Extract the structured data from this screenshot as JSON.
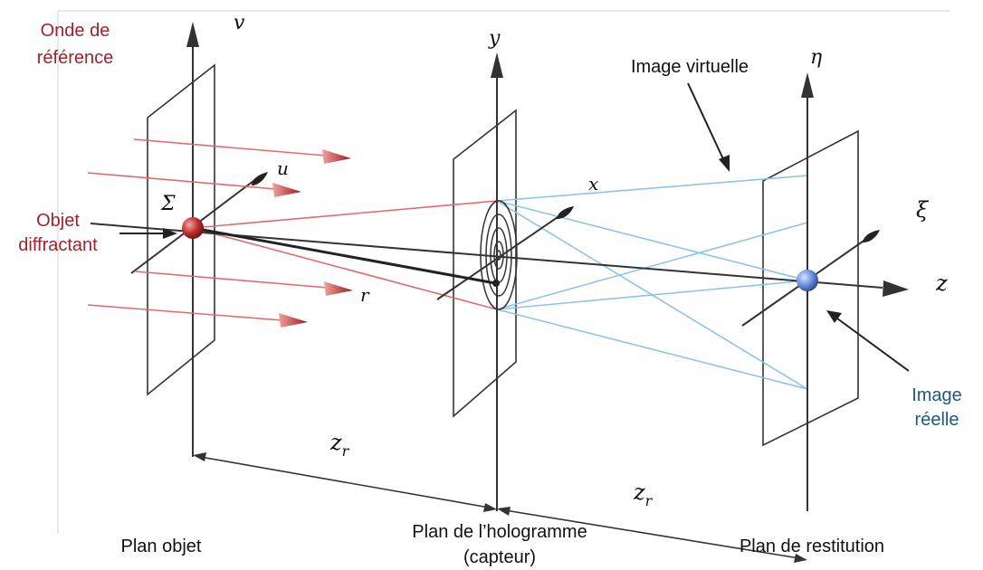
{
  "colors": {
    "object_red": "#a3202c",
    "real_blue": "#1f5a78",
    "ray_red": "#e46a6a",
    "ray_blue": "#8cc4ec",
    "frame": "#333333",
    "axis": "#333333",
    "sphere_red": "#b32020",
    "sphere_blue": "#5a7fd0"
  },
  "labels": {
    "reference_wave_line1": "Onde de",
    "reference_wave_line2": "référence",
    "diffracting_object_line1": "Objet",
    "diffracting_object_line2": "diffractant",
    "virtual_image": "Image virtuelle",
    "real_image_line1": "Image",
    "real_image_line2": "réelle"
  },
  "math": {
    "v": "v",
    "u": "u",
    "sigma": "Σ",
    "r": "r",
    "y": "y",
    "x": "x",
    "eta": "η",
    "xi": "ξ",
    "z": "z",
    "zr_base": "z",
    "zr_sub": "r"
  },
  "planes": {
    "object": "Plan objet",
    "hologram_line1": "Plan de l’hologramme",
    "hologram_line2": "(capteur)",
    "restitution": "Plan de restitution"
  },
  "icons": [
    "arrow-head-icon",
    "sphere-icon",
    "fringe-ring-icon"
  ]
}
